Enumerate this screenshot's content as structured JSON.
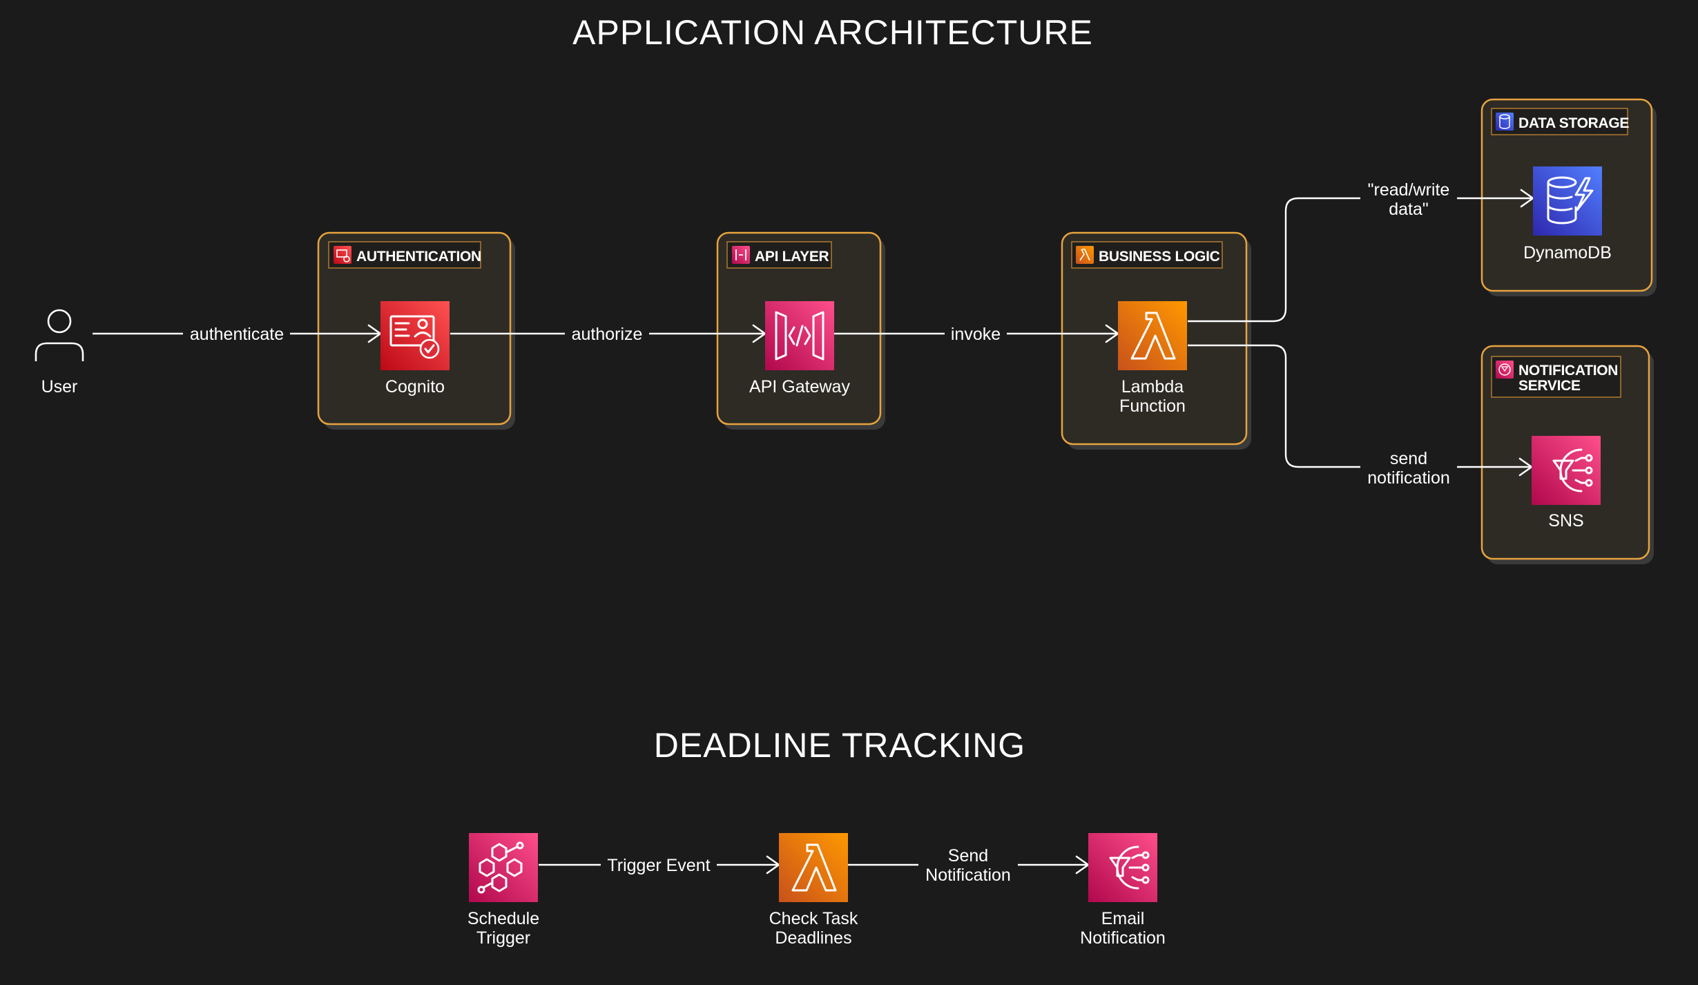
{
  "titles": {
    "architecture": "APPLICATION ARCHITECTURE",
    "deadline": "DEADLINE TRACKING"
  },
  "actors": {
    "user": "User"
  },
  "groups": {
    "authentication": "AUTHENTICATION",
    "api_layer": "API LAYER",
    "business_logic": "BUSINESS LOGIC",
    "data_storage": "DATA STORAGE",
    "notification_service": [
      "NOTIFICATION",
      "SERVICE"
    ]
  },
  "services": {
    "cognito": "Cognito",
    "api_gateway": "API Gateway",
    "lambda": [
      "Lambda",
      "Function"
    ],
    "dynamodb": "DynamoDB",
    "sns": "SNS",
    "schedule_trigger": [
      "Schedule",
      "Trigger"
    ],
    "check_deadlines": [
      "Check Task",
      "Deadlines"
    ],
    "email_notification": [
      "Email",
      "Notification"
    ]
  },
  "edges": {
    "authenticate": "authenticate",
    "authorize": "authorize",
    "invoke": "invoke",
    "read_write": [
      "\"read/write",
      "data\""
    ],
    "send_notification": [
      "send",
      "notification"
    ],
    "trigger_event": "Trigger Event",
    "send_notification_2": [
      "Send",
      "Notification"
    ]
  },
  "colors": {
    "background": "#1b1b1b",
    "group_border": "#e7a33e",
    "security_red": "#dd2b36",
    "app_integration_pink": "#e3317b",
    "compute_orange": "#f08519",
    "database_blue": "#4a52e6"
  },
  "icons": {
    "user": "user-icon",
    "cognito": "cognito-icon",
    "api_gateway": "api-gateway-icon",
    "lambda": "lambda-icon",
    "dynamodb": "dynamodb-icon",
    "sns": "sns-icon",
    "eventbridge": "eventbridge-icon"
  }
}
